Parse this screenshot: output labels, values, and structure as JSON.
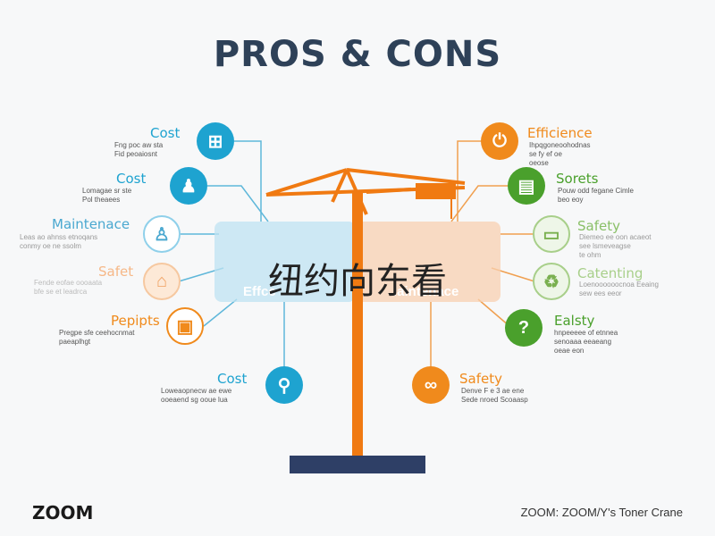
{
  "title": "PROS & CONS",
  "colors": {
    "pros": "#1ea3d0",
    "cons": "#f08a1c",
    "crane": "#f07a12",
    "base": "#2e3f66",
    "green": "#4aa02c",
    "light_green": "#a8cf8a"
  },
  "left_nodes": [
    {
      "label": "Cost",
      "desc": "Fng  poc aw sta\nFid peoaiosnt",
      "icon": "crane-icon",
      "glyph": "⊞",
      "color": "#1ea3d0"
    },
    {
      "label": "Cost",
      "desc": "Lomagae sr ste\nPol theaees",
      "icon": "people-icon",
      "glyph": "♟",
      "color": "#1ea3d0"
    },
    {
      "label": "Maintenace",
      "desc": "Leas ao ahnss etnoqans\nconmy oe ne ssolm",
      "icon": "user-icon",
      "glyph": "♙",
      "color": "#8fd0ea"
    },
    {
      "label": "Safet",
      "desc": "Fende eofae oooaata\nbfe se et leadrca",
      "icon": "house-icon",
      "glyph": "⌂",
      "color": "#f6c8a0"
    },
    {
      "label": "Pepipts",
      "desc": "Pregpe sfe ceehocnmat\npaeaplhgt",
      "icon": "box-icon",
      "glyph": "▣",
      "color": "#f08a1c"
    },
    {
      "label": "Cost",
      "desc": "Loweaopnecw ae ewe\nooeaend sg ooue lua",
      "icon": "lightbulb-icon",
      "glyph": "⚲",
      "color": "#1ea3d0"
    }
  ],
  "right_nodes": [
    {
      "label": "Efficience",
      "desc": "Ihpqgoneoohodnas\nse fy ef oe\noeose",
      "icon": "power-icon",
      "glyph": "⏻",
      "color": "#f08a1c"
    },
    {
      "label": "Sorets",
      "desc": "Pouw odd fegane Cimle\nbeo eoy",
      "icon": "clipboard-icon",
      "glyph": "▤",
      "color": "#4aa02c"
    },
    {
      "label": "Safety",
      "desc": "Diemeo ee oon acaeot\nsee lsmeveagse\nte ohm",
      "icon": "chart-icon",
      "glyph": "▭",
      "color": "#a8cf8a"
    },
    {
      "label": "Catenting",
      "desc": "Loenoooooocnoa Eeaing\nsew ees eeor",
      "icon": "recycle-icon",
      "glyph": "♻",
      "color": "#a8cf8a"
    },
    {
      "label": "Ealsty",
      "desc": "hnpeeeee of etnnea\nsenoaaa eeaeang\noeae eon",
      "icon": "question-icon",
      "glyph": "?",
      "color": "#4aa02c"
    },
    {
      "label": "Safety",
      "desc": "Denve F e 3 ae ene\nSede nroed Scoaasp",
      "icon": "handshake-icon",
      "glyph": "∞",
      "color": "#f08a1c"
    }
  ],
  "panels": {
    "left_label": "Effcc",
    "right_label": "laintenace"
  },
  "overlay_text": "纽约向东看",
  "logo": "ZOOM",
  "caption": "ZOOM: ZOOM/Y's Toner Crane"
}
